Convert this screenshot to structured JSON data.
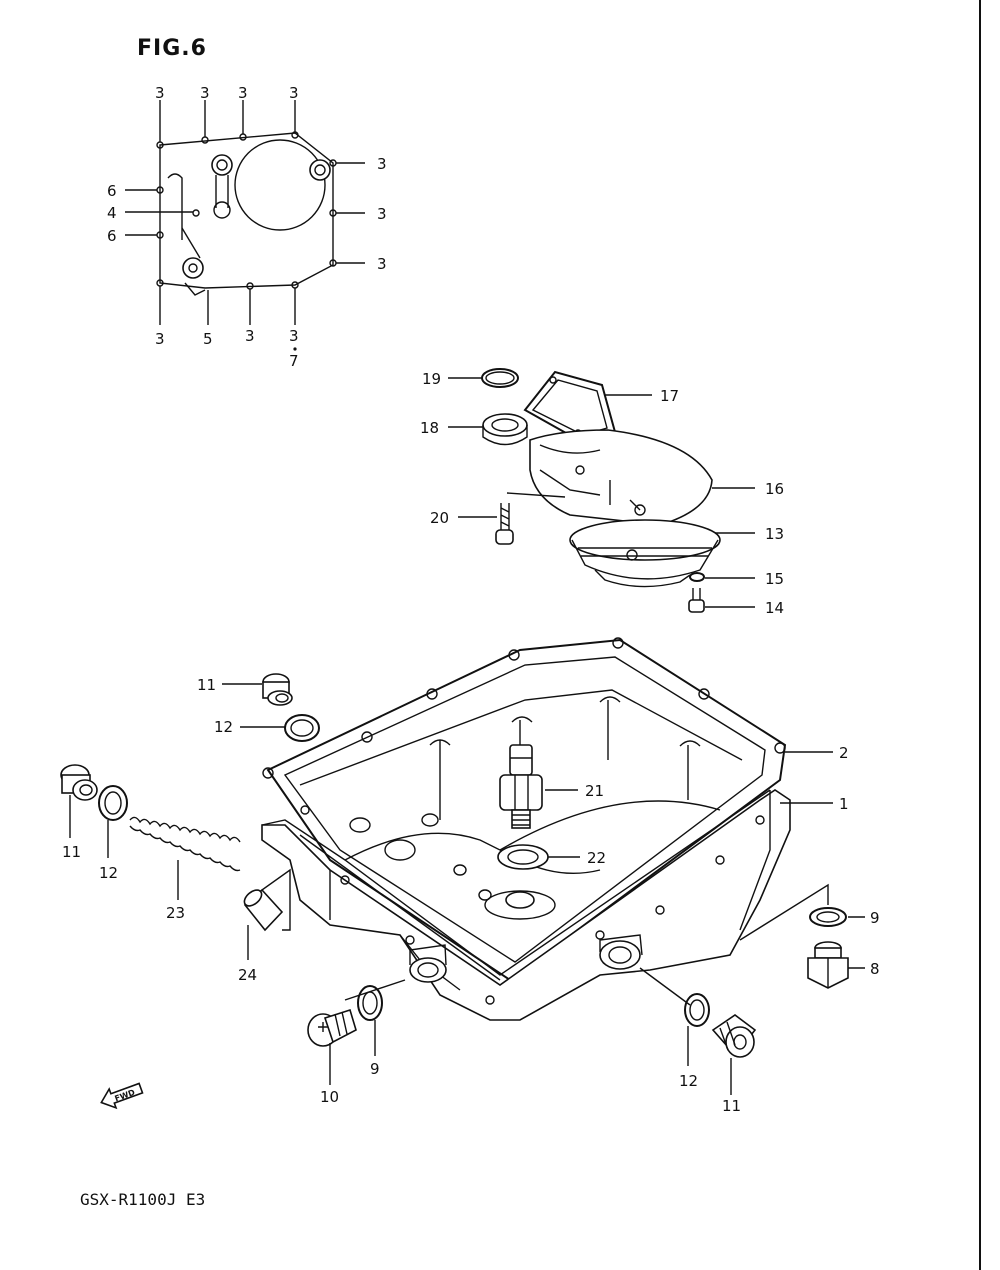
{
  "figure": {
    "title": "FIG.6",
    "model": "GSX-R1100J E3",
    "fwd_label": "FWD"
  },
  "callouts": {
    "c3a": "3",
    "c3b": "3",
    "c3c": "3",
    "c3d": "3",
    "c3e": "3",
    "c3f": "3",
    "c3g": "3",
    "c3h": "3",
    "c3i": "3",
    "c3j": "3",
    "c7": "7",
    "c4": "4",
    "c5": "5",
    "c6a": "6",
    "c6b": "6",
    "c19": "19",
    "c17": "17",
    "c18": "18",
    "c16": "16",
    "c20": "20",
    "c13": "13",
    "c15": "15",
    "c14": "14",
    "c11a": "11",
    "c12a": "12",
    "c2": "2",
    "c21": "21",
    "c1": "1",
    "c11b": "11",
    "c12b": "12",
    "c22": "22",
    "c23": "23",
    "c24": "24",
    "c9a": "9",
    "c8": "8",
    "c9b": "9",
    "c10": "10",
    "c12c": "12",
    "c11c": "11"
  }
}
